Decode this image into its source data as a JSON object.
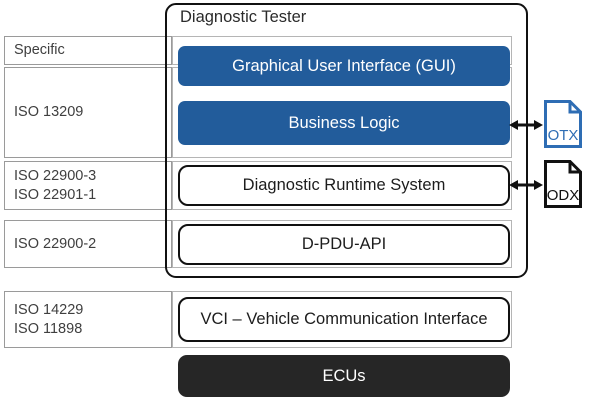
{
  "diagram": {
    "title": "Diagnostic Tester",
    "standards_column": [
      {
        "name": "specific",
        "text": "Specific"
      },
      {
        "name": "iso-13209",
        "text": "ISO 13209"
      },
      {
        "name": "iso-22900-3",
        "text": "ISO 22900-3\nISO 22901-1"
      },
      {
        "name": "iso-22900-2",
        "text": "ISO 22900-2"
      },
      {
        "name": "iso-14229",
        "text": "ISO 14229\nISO 11898"
      }
    ],
    "components": [
      {
        "name": "gui",
        "label": "Graphical User Interface (GUI)"
      },
      {
        "name": "business-logic",
        "label": "Business Logic"
      },
      {
        "name": "diagnostic-runtime-system",
        "label": "Diagnostic Runtime System"
      },
      {
        "name": "d-pdu-api",
        "label": "D-PDU-API"
      },
      {
        "name": "vci",
        "label": "VCI – Vehicle Communication Interface"
      },
      {
        "name": "ecus",
        "label": "ECUs"
      }
    ],
    "artifacts": [
      {
        "name": "otx",
        "label": "OTX",
        "color": "#2E6DB4",
        "connects_to": "business-logic"
      },
      {
        "name": "odx",
        "label": "ODX",
        "color": "#111111",
        "connects_to": "diagnostic-runtime-system"
      }
    ],
    "colors": {
      "accent_blue": "#225C9B",
      "dark_box": "#262626",
      "outline": "#111111",
      "label_text": "#3f3f3f",
      "otx_blue": "#2E6DB4"
    }
  }
}
